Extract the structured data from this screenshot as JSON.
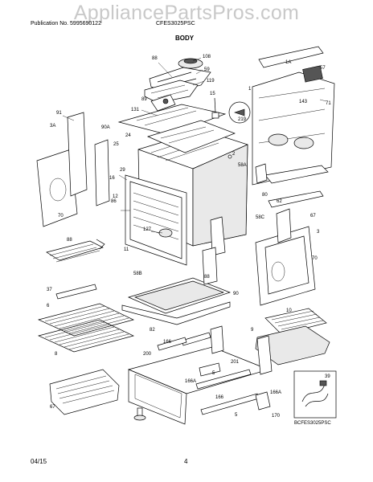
{
  "header": {
    "watermark": "AppliancePartsPros.com",
    "publication": "Publication No. 5995690122",
    "model": "CFES3025PSC",
    "section": "BODY"
  },
  "footer": {
    "date": "04/15",
    "page": "4"
  },
  "diagram": {
    "part_labels": [
      "88",
      "108",
      "59",
      "119",
      "131",
      "89",
      "15",
      "219",
      "1A",
      "57",
      "1",
      "143",
      "71",
      "91",
      "3A",
      "90A",
      "24",
      "25",
      "2",
      "29",
      "16",
      "58A",
      "80",
      "62",
      "70",
      "12",
      "86",
      "127",
      "58C",
      "67",
      "11",
      "3",
      "70",
      "58B",
      "88",
      "88",
      "90",
      "37",
      "6",
      "10",
      "9",
      "82",
      "8",
      "200",
      "166",
      "201",
      "166A",
      "5",
      "166",
      "166A",
      "67",
      "170",
      "5",
      "39"
    ],
    "inset_label": "BCFES3025PSC"
  }
}
